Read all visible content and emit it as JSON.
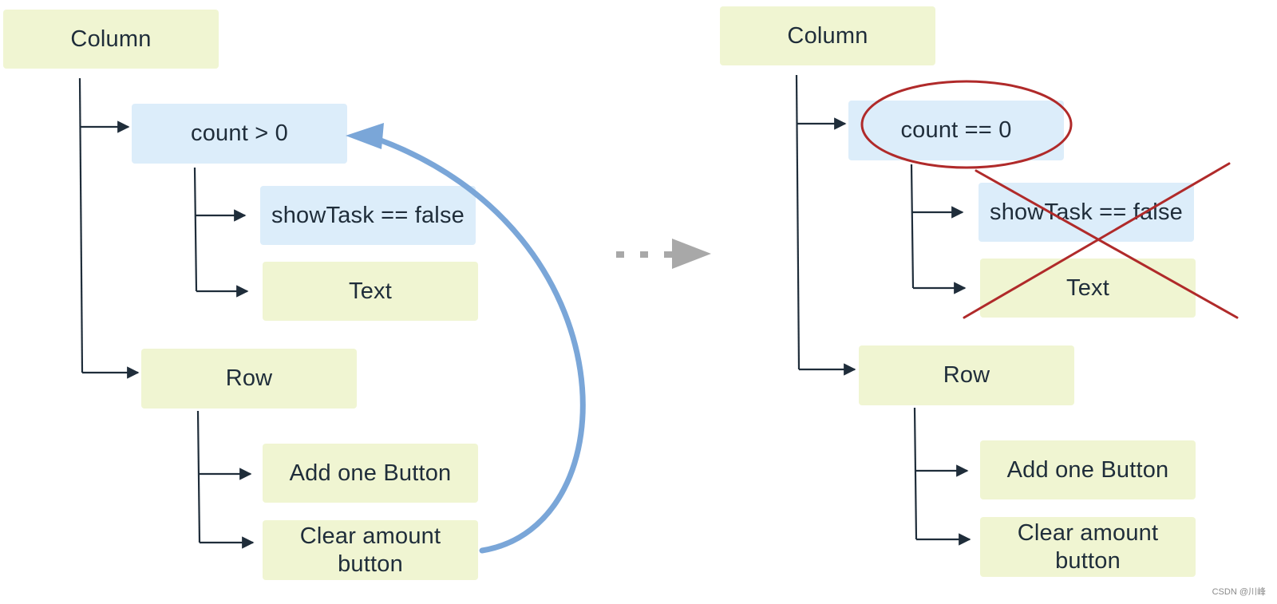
{
  "colors": {
    "green_box": "#f0f5d2",
    "blue_box": "#dcedfa",
    "text": "#1f2d3a",
    "connector": "#1f2d3a",
    "recompose_arrow": "#7aa6d8",
    "next_arrow": "#a8a8a8",
    "highlight_red": "#b02a2a"
  },
  "left_tree": {
    "column": "Column",
    "condition": "count > 0",
    "show_task": "showTask == false",
    "text": "Text",
    "row": "Row",
    "add_one": "Add one Button",
    "clear_amount_line1": "Clear amount",
    "clear_amount_line2": "button"
  },
  "right_tree": {
    "column": "Column",
    "condition": "count == 0",
    "show_task": "showTask == false",
    "text": "Text",
    "row": "Row",
    "add_one": "Add one Button",
    "clear_amount_line1": "Clear amount",
    "clear_amount_line2": "button"
  },
  "watermark": "CSDN @川峰"
}
